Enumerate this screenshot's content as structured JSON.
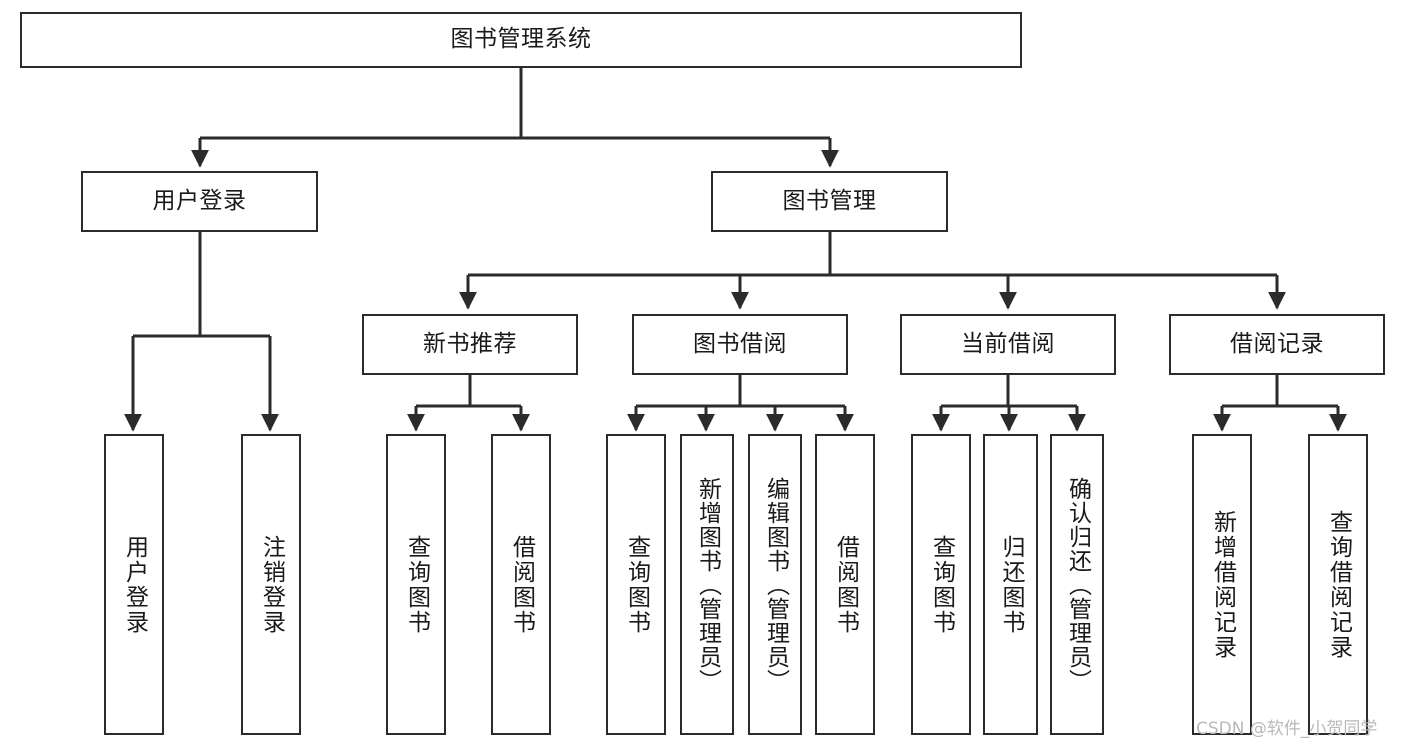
{
  "diagram": {
    "type": "tree-flowchart",
    "title_node": {
      "id": "root",
      "label": "图书管理系统",
      "orientation": "horizontal"
    },
    "level2": [
      {
        "id": "login",
        "label": "用户登录",
        "orientation": "horizontal"
      },
      {
        "id": "bookmgmt",
        "label": "图书管理",
        "orientation": "horizontal"
      }
    ],
    "level3": [
      {
        "id": "newbook",
        "label": "新书推荐",
        "orientation": "horizontal",
        "parent": "bookmgmt"
      },
      {
        "id": "borrow",
        "label": "图书借阅",
        "orientation": "horizontal",
        "parent": "bookmgmt"
      },
      {
        "id": "current",
        "label": "当前借阅",
        "orientation": "horizontal",
        "parent": "bookmgmt"
      },
      {
        "id": "records",
        "label": "借阅记录",
        "orientation": "horizontal",
        "parent": "bookmgmt"
      }
    ],
    "leaves": [
      {
        "id": "leaf-user-login",
        "label": "用户登录",
        "parent": "login"
      },
      {
        "id": "leaf-user-logout",
        "label": "注销登录",
        "parent": "login"
      },
      {
        "id": "leaf-nb-query",
        "label": "查询图书",
        "parent": "newbook"
      },
      {
        "id": "leaf-nb-borrow",
        "label": "借阅图书",
        "parent": "newbook"
      },
      {
        "id": "leaf-bo-query",
        "label": "查询图书",
        "parent": "borrow"
      },
      {
        "id": "leaf-bo-add",
        "label": "新增图书（管理员）",
        "parent": "borrow"
      },
      {
        "id": "leaf-bo-edit",
        "label": "编辑图书（管理员）",
        "parent": "borrow"
      },
      {
        "id": "leaf-bo-borrow",
        "label": "借阅图书",
        "parent": "borrow"
      },
      {
        "id": "leaf-cu-query",
        "label": "查询图书",
        "parent": "current"
      },
      {
        "id": "leaf-cu-return",
        "label": "归还图书",
        "parent": "current"
      },
      {
        "id": "leaf-cu-confirm",
        "label": "确认归还（管理员）",
        "parent": "current"
      },
      {
        "id": "leaf-rc-add",
        "label": "新增借阅记录",
        "parent": "records"
      },
      {
        "id": "leaf-rc-query",
        "label": "查询借阅记录",
        "parent": "records"
      }
    ],
    "colors": {
      "box_border": "#2b2b2b",
      "box_fill": "#ffffff",
      "connector": "#2b2b2b",
      "text": "#1a1a1a",
      "background": "#ffffff",
      "watermark": "#b9b9b9"
    }
  },
  "watermark": {
    "text": "CSDN @软件_小贺同学"
  }
}
